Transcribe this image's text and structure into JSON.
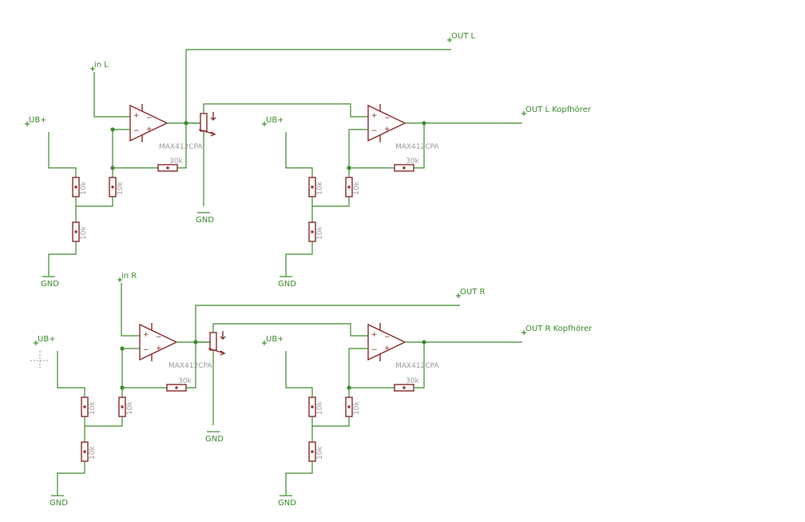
{
  "labels": {
    "in_l": "in L",
    "in_r": "in R",
    "out_l": "OUT L",
    "out_r": "OUT R",
    "out_l_hp": "OUT L Kopfhörer",
    "out_r_hp": "OUT R Kopfhörer",
    "ub": "UB+",
    "gnd": "GND",
    "opamp": "MAX412CPA",
    "r30k": "30k",
    "r10k": "10k",
    "plus": "+",
    "minus": "−"
  },
  "colors": {
    "wire": "#3d8b2e",
    "component": "#8a2a2a",
    "part_label": "#9a9a9a",
    "background": "#ffffff"
  }
}
